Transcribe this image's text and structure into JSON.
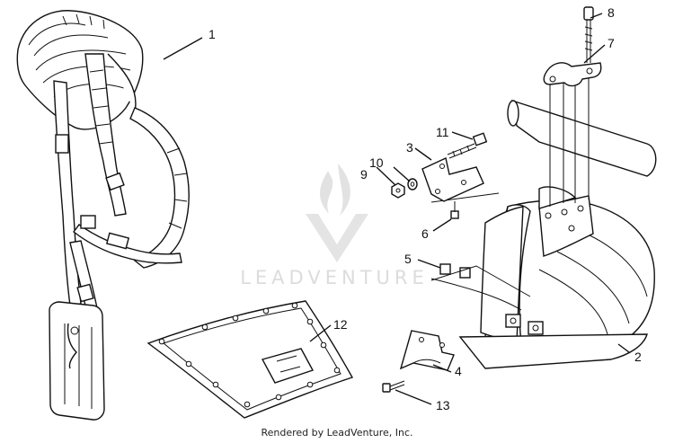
{
  "watermark": {
    "brand": "LEADVENTURE"
  },
  "footer": {
    "credit": "Rendered by LeadVenture, Inc."
  },
  "callouts": {
    "c1": "1",
    "c2": "2",
    "c3": "3",
    "c4": "4",
    "c5": "5",
    "c6": "6",
    "c7": "7",
    "c8": "8",
    "c9": "9",
    "c10": "10",
    "c11": "11",
    "c12": "12",
    "c13": "13"
  }
}
